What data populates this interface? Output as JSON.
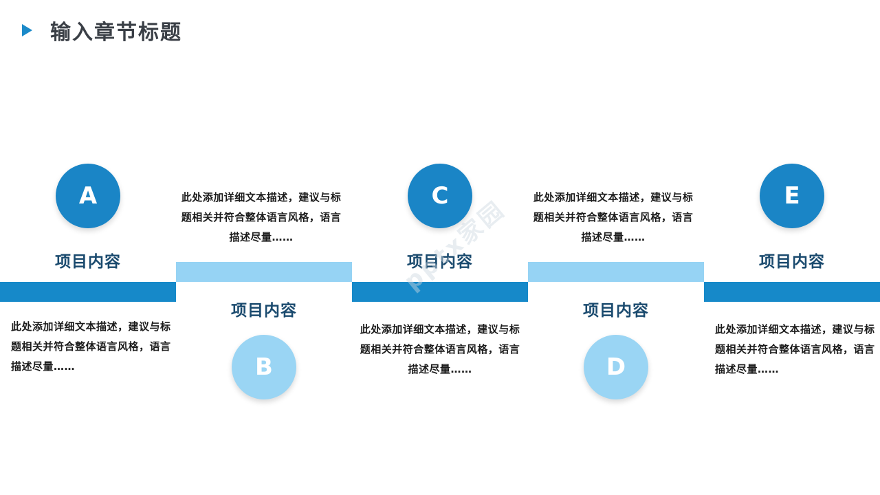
{
  "header": {
    "title": "输入章节标题"
  },
  "items": [
    {
      "letter": "A",
      "label": "项目内容",
      "desc": "此处添加详细文本描述，建议与标题相关并符合整体语言风格，语言描述尽量……"
    },
    {
      "letter": "B",
      "label": "项目内容",
      "desc": "此处添加详细文本描述，建议与标题相关并符合整体语言风格，语言描述尽量……"
    },
    {
      "letter": "C",
      "label": "项目内容",
      "desc": "此处添加详细文本描述，建议与标题相关并符合整体语言风格，语言描述尽量……"
    },
    {
      "letter": "D",
      "label": "项目内容",
      "desc": "此处添加详细文本描述，建议与标题相关并符合整体语言风格，语言描述尽量……"
    },
    {
      "letter": "E",
      "label": "项目内容",
      "desc": "此处添加详细文本描述，建议与标题相关并符合整体语言风格，语言描述尽量……"
    }
  ],
  "watermark": "pptx家园",
  "colors": {
    "dark_blue": "#1689c9",
    "light_blue": "#96d3f4",
    "title_text": "#3a3f46",
    "label_text": "#1a4a6e"
  }
}
